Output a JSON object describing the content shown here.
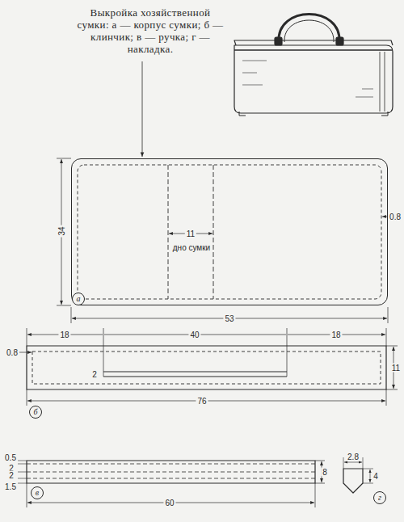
{
  "diagram": {
    "title": "Выкройка хозяйственной сумки: а — корпус сумки; б — клинчик; в — ручка; г — накладка.",
    "nodes": [
      {
        "text": [
          "дно сумки"
        ]
      },
      {
        "text": [
          "а"
        ],
        "in": 0
      },
      {
        "text": [
          "б"
        ]
      },
      {
        "text": [
          "в"
        ]
      },
      {
        "text": [
          "г"
        ]
      }
    ],
    "labels": [
      "34",
      "11",
      "0.8",
      "53",
      "18",
      "40",
      "18",
      "0.8",
      "2",
      "11",
      "76",
      "0.5",
      "2",
      "2",
      "1.5",
      "8",
      "60",
      "2.8",
      "4"
    ]
  }
}
